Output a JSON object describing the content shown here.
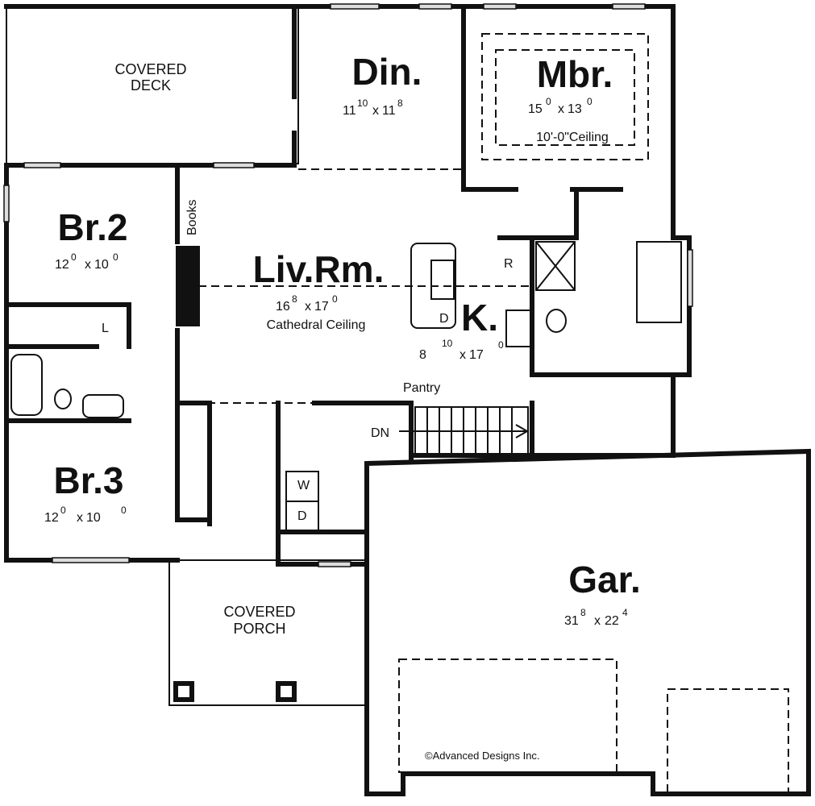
{
  "rooms": {
    "deck": {
      "line1": "COVERED",
      "line2": "DECK"
    },
    "din": {
      "name": "Din.",
      "w": "11",
      "wi": "10",
      "x": "x",
      "l": "11",
      "li": "8"
    },
    "mbr": {
      "name": "Mbr.",
      "w": "15",
      "wi": "0",
      "x": "x",
      "l": "13",
      "li": "0",
      "note": "10'-0\"Ceiling"
    },
    "br2": {
      "name": "Br.2",
      "w": "12",
      "wi": "0",
      "x": "x",
      "l": "10",
      "li": "0"
    },
    "liv": {
      "name": "Liv.Rm.",
      "w": "16",
      "wi": "8",
      "x": "x",
      "l": "17",
      "li": "0",
      "note": "Cathedral Ceiling"
    },
    "kit": {
      "name": "K.",
      "w": "8",
      "wi": "10",
      "x": "x",
      "l": "17",
      "li": "0"
    },
    "br3": {
      "name": "Br.3",
      "w": "12",
      "wi": "0",
      "x": "x",
      "l": "10",
      "li": "0"
    },
    "porch": {
      "line1": "COVERED",
      "line2": "PORCH"
    },
    "gar": {
      "name": "Gar.",
      "w": "31",
      "wi": "8",
      "x": "x",
      "l": "22",
      "li": "4"
    }
  },
  "labels": {
    "books": "Books",
    "linen": "L",
    "refrigerator": "R",
    "dishwasher": "D",
    "pantry": "Pantry",
    "down": "DN",
    "washer": "W",
    "dryer": "D"
  },
  "copyright": "©Advanced Designs Inc."
}
